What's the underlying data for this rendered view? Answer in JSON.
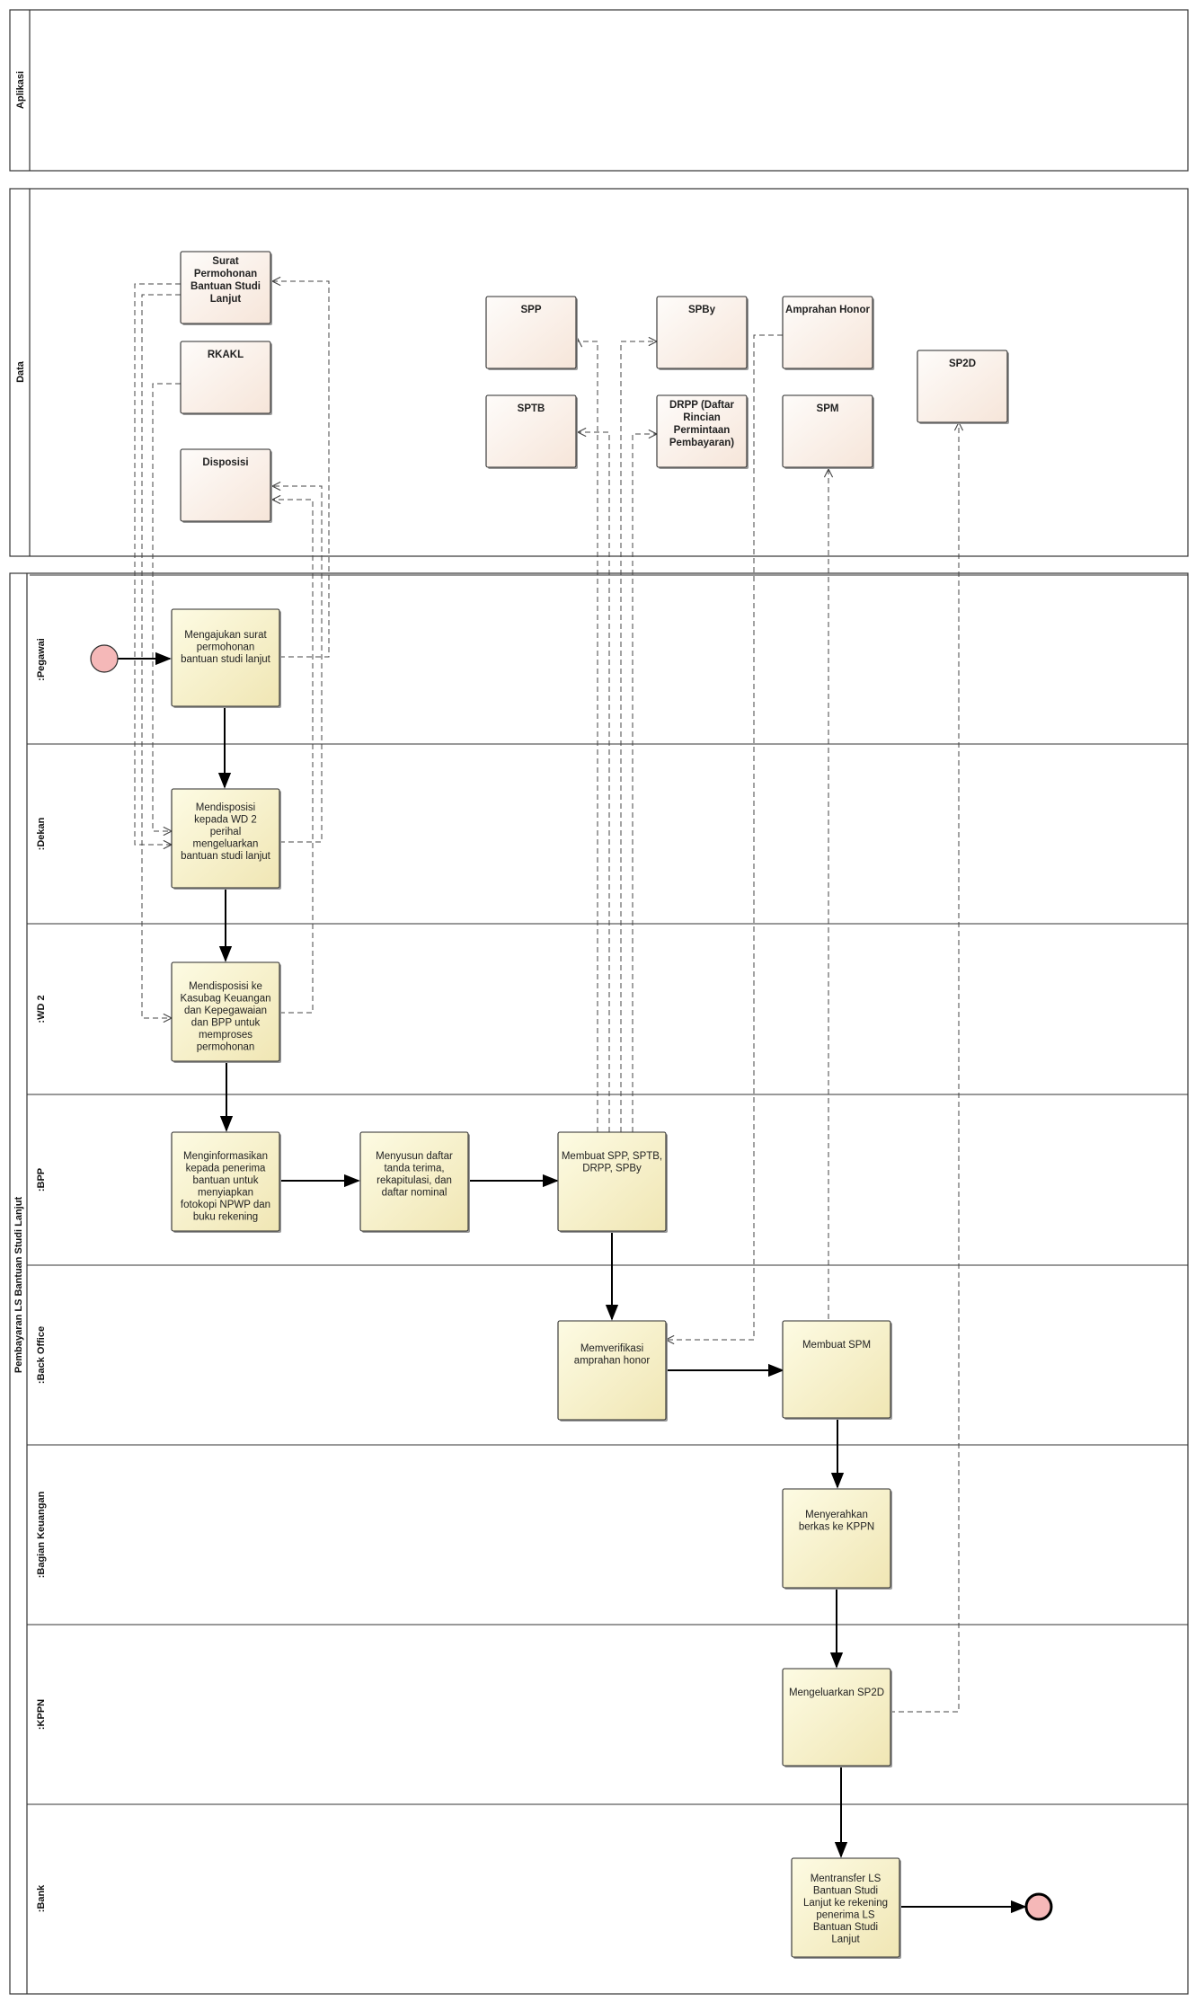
{
  "pools": [
    {
      "id": "aplikasi",
      "label": "Aplikasi"
    },
    {
      "id": "data",
      "label": "Data"
    },
    {
      "id": "process",
      "label": "Pembayaran LS Bantuan Studi Lanjut"
    }
  ],
  "lanes": [
    {
      "id": "pegawai",
      "label": ":Pegawai"
    },
    {
      "id": "dekan",
      "label": ":Dekan"
    },
    {
      "id": "wd2",
      "label": ":WD 2"
    },
    {
      "id": "bpp",
      "label": ":BPP"
    },
    {
      "id": "backoffice",
      "label": ":Back Office"
    },
    {
      "id": "bagankeuangan",
      "label": ":Bagian Keuangan"
    },
    {
      "id": "kppn",
      "label": ":KPPN"
    },
    {
      "id": "bank",
      "label": ":Bank"
    }
  ],
  "data_objects": [
    {
      "id": "surat",
      "lines": [
        "Surat",
        "Permohonan",
        "Bantuan Studi",
        "Lanjut"
      ]
    },
    {
      "id": "rkakl",
      "lines": [
        "RKAKL"
      ]
    },
    {
      "id": "disposisi",
      "lines": [
        "Disposisi"
      ]
    },
    {
      "id": "spp",
      "lines": [
        "SPP"
      ]
    },
    {
      "id": "sptb",
      "lines": [
        "SPTB"
      ]
    },
    {
      "id": "spby",
      "lines": [
        "SPBy"
      ]
    },
    {
      "id": "drpp",
      "lines": [
        "DRPP (Daftar",
        "Rincian",
        "Permintaan",
        "Pembayaran)"
      ]
    },
    {
      "id": "amprahan",
      "lines": [
        "Amprahan Honor"
      ]
    },
    {
      "id": "spm",
      "lines": [
        "SPM"
      ]
    },
    {
      "id": "sp2d",
      "lines": [
        "SP2D"
      ]
    }
  ],
  "tasks": [
    {
      "id": "t1",
      "lines": [
        "Mengajukan surat",
        "permohonan",
        "bantuan studi lanjut"
      ]
    },
    {
      "id": "t2",
      "lines": [
        "Mendisposisi",
        "kepada WD 2",
        "perihal",
        "mengeluarkan",
        "bantuan studi lanjut"
      ]
    },
    {
      "id": "t3",
      "lines": [
        "Mendisposisi ke",
        "Kasubag Keuangan",
        "dan Kepegawaian",
        "dan BPP untuk",
        "memproses",
        "permohonan"
      ]
    },
    {
      "id": "t4",
      "lines": [
        "Menginformasikan",
        "kepada penerima",
        "bantuan untuk",
        "menyiapkan",
        "fotokopi NPWP dan",
        "buku rekening"
      ]
    },
    {
      "id": "t5",
      "lines": [
        "Menyusun daftar",
        "tanda terima,",
        "rekapitulasi, dan",
        "daftar nominal"
      ]
    },
    {
      "id": "t6",
      "lines": [
        "Membuat SPP, SPTB,",
        "DRPP, SPBy"
      ]
    },
    {
      "id": "t7",
      "lines": [
        "Memverifikasi",
        "amprahan honor"
      ]
    },
    {
      "id": "t8",
      "lines": [
        "Membuat SPM"
      ]
    },
    {
      "id": "t9",
      "lines": [
        "Menyerahkan",
        "berkas ke KPPN"
      ]
    },
    {
      "id": "t10",
      "lines": [
        "Mengeluarkan SP2D"
      ]
    },
    {
      "id": "t11",
      "lines": [
        "Mentransfer LS",
        "Bantuan Studi",
        "Lanjut ke rekening",
        "penerima LS",
        "Bantuan Studi",
        "Lanjut"
      ]
    }
  ],
  "colors": {
    "task_fill_top": "#fdfbe3",
    "task_fill_bottom": "#f0e6b4",
    "data_fill_top": "#fefcfa",
    "data_fill_bottom": "#f6e5d9",
    "event_fill": "#f5b8b8",
    "stroke": "#2b2b2b"
  }
}
